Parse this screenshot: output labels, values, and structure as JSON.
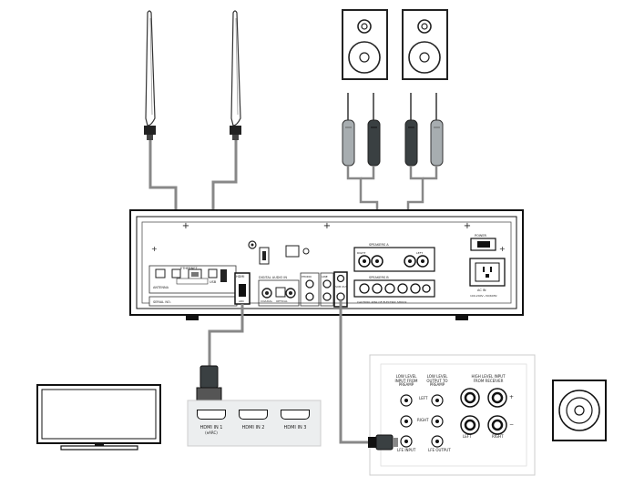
{
  "receiver": {
    "labels": {
      "speakers_a": "SPEAKERS A",
      "speakers_b": "SPEAKERS B",
      "right": "RIGHT",
      "left": "LEFT",
      "hdmi": "HDMI",
      "hdmi_arc": "ARC",
      "digital_audio_in": "DIGITAL AUDIO IN",
      "optical": "OPTICAL",
      "coaxial": "COAXIAL",
      "phono": "PHONO",
      "line": "LINE",
      "sub_out": "SUB OUT",
      "input": "INPUT",
      "ethernet": "ETHERNET",
      "usb": "USB",
      "antenna": "ANTENNA",
      "power": "POWER",
      "ac_in": "AC IN",
      "serial_label": "SERIAL NO.",
      "max_power_note": "100-240V~50/60Hz",
      "caution_note": "CAUTION: RISK OF ELECTRIC SHOCK"
    }
  },
  "tv_hdmi_panel": {
    "ports": [
      {
        "label": "HDMI IN 1",
        "sublabel": "(eARC)"
      },
      {
        "label": "HDMI IN 2",
        "sublabel": ""
      },
      {
        "label": "HDMI IN 3",
        "sublabel": ""
      }
    ]
  },
  "subwoofer_panel": {
    "low_level_input": "LOW LEVEL\nINPUT FROM\nPREAMP",
    "low_level_output": "LOW LEVEL\nOUTPUT TO\nPREAMP",
    "high_level_input": "HIGH LEVEL INPUT\nFROM RECEIVER",
    "left": "LEFT",
    "right": "RIGHT",
    "lfe_input": "LFE INPUT",
    "lfe_output": "LFE OUTPUT",
    "plus": "+",
    "minus": "−"
  }
}
